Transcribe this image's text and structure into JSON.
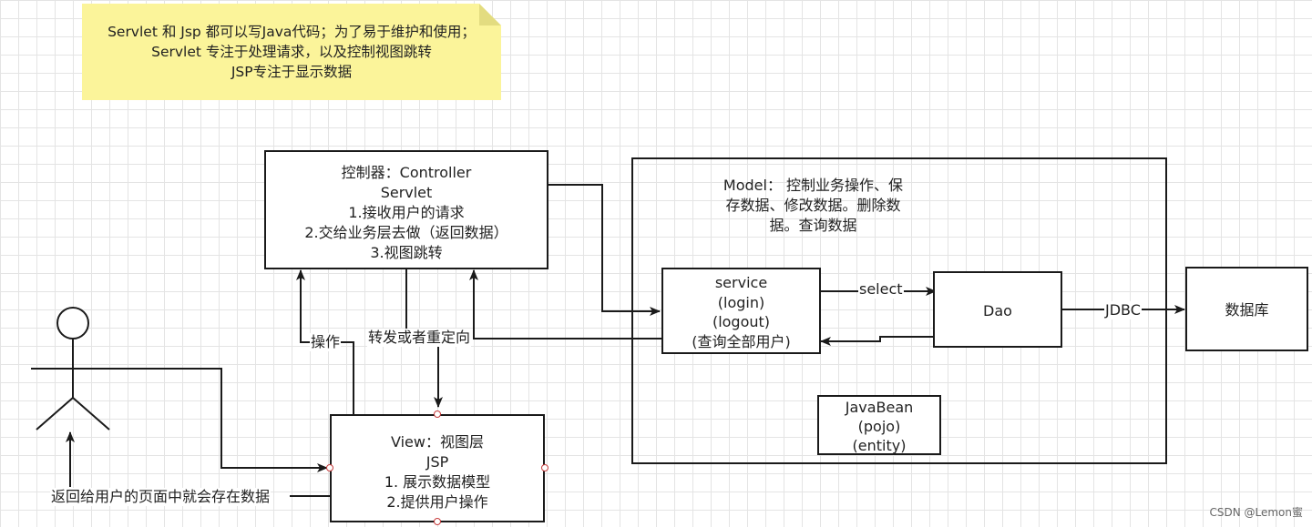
{
  "note": {
    "lines": [
      "Servlet 和 Jsp  都可以写Java代码；为了易于维护和使用；",
      "Servlet 专注于处理请求，以及控制视图跳转",
      "JSP专注于显示数据"
    ]
  },
  "controller": {
    "lines": [
      "控制器：Controller",
      "Servlet",
      "1.接收用户的请求",
      "2.交给业务层去做（返回数据）",
      "3.视图跳转"
    ]
  },
  "model": {
    "lines": [
      "Model：  控制业务操作、保",
      "存数据、修改数据。删除数",
      "据。查询数据"
    ]
  },
  "service": {
    "lines": [
      "service",
      "(login)",
      "(logout)",
      "(查询全部用户)"
    ]
  },
  "dao": {
    "label": "Dao"
  },
  "database": {
    "label": "数据库"
  },
  "javabean": {
    "lines": [
      "JavaBean",
      "(pojo)",
      "(entity)"
    ]
  },
  "view": {
    "lines": [
      "View：视图层",
      "JSP",
      "1. 展示数据模型",
      "2.提供用户操作"
    ]
  },
  "edges": {
    "select": "select",
    "jdbc": "JDBC",
    "operate": "操作",
    "forward": "转发或者重定向",
    "return_to_user": "返回给用户的页面中就会存在数据"
  },
  "watermark": "CSDN @Lemon蜜",
  "colors": {
    "note_fill": "#fbf49a",
    "line": "#1a1a1a",
    "handle": "#c83c3c",
    "grid": "#e4e4e4"
  }
}
